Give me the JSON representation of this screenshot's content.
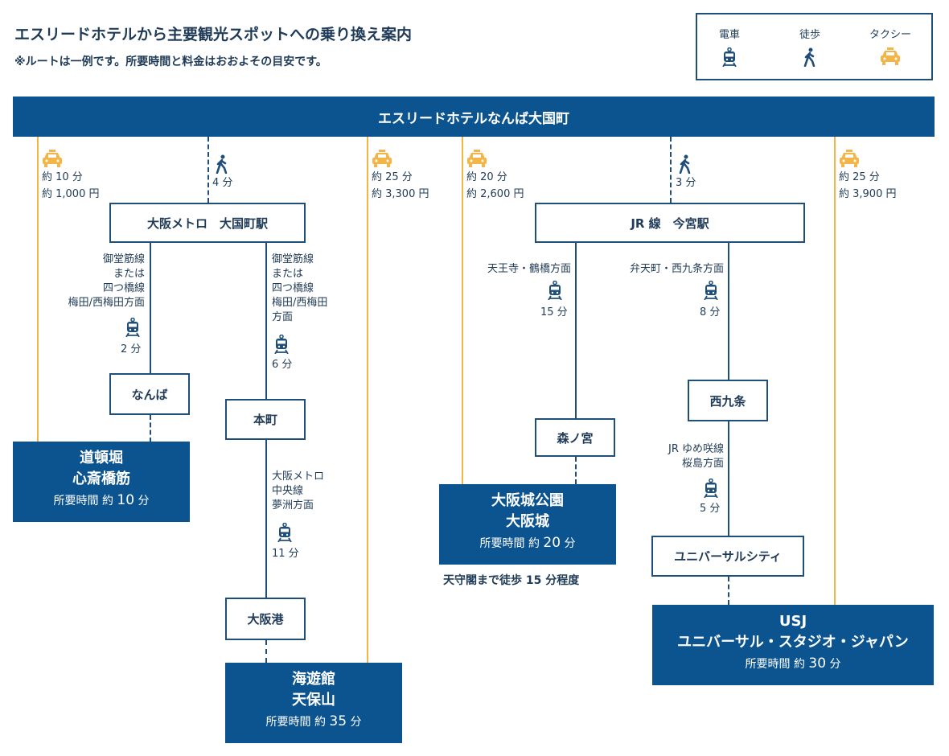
{
  "header": {
    "title": "エスリードホテルから主要観光スポットへの乗り換え案内",
    "subtitle": "※ルートは一例です。所要時間と料金はおおよその目安です。"
  },
  "legend": {
    "train": "電車",
    "walk": "徒歩",
    "taxi": "タクシー"
  },
  "origin": "エスリードホテルなんば大国町",
  "colors": {
    "brand": "#0c5490",
    "taxi": "#f3b547",
    "line": "#1f4e79"
  },
  "routes": {
    "taxi_dotonbori": {
      "time": "約 10 分",
      "fare": "約 1,000 円"
    },
    "walk_daikokucho": {
      "time": "4 分"
    },
    "taxi_kaiyukan": {
      "time": "約 25 分",
      "fare": "約 3,300 円"
    },
    "taxi_osakajo": {
      "time": "約 20 分",
      "fare": "約 2,600 円"
    },
    "walk_imamiya": {
      "time": "3 分"
    },
    "taxi_usj": {
      "time": "約 25 分",
      "fare": "約 3,900 円"
    }
  },
  "stations": {
    "daikokucho": "大阪メトロ　大国町駅",
    "imamiya": "JR 線　今宮駅",
    "namba": "なんば",
    "honmachi": "本町",
    "osakako": "大阪港",
    "morinomiya": "森ノ宮",
    "nishikujo": "西九条",
    "universal_city": "ユニバーサルシティ"
  },
  "segments": {
    "to_namba": {
      "line1": "御堂筋線",
      "line2": "または",
      "line3": "四つ橋線",
      "line4": "梅田/西梅田方面",
      "time": "2 分"
    },
    "to_honmachi": {
      "line1": "御堂筋線",
      "line2": "または",
      "line3": "四つ橋線",
      "line4": "梅田/西梅田",
      "line5": "方面",
      "time": "6 分"
    },
    "to_osakako": {
      "line1": "大阪メトロ",
      "line2": "中央線",
      "line3": "夢洲方面",
      "time": "11 分"
    },
    "to_morinomiya": {
      "line1": "天王寺・鶴橋方面",
      "time": "15 分"
    },
    "to_nishikujo": {
      "line1": "弁天町・西九条方面",
      "time": "8 分"
    },
    "to_universal": {
      "line1": "JR ゆめ咲線",
      "line2": "桜島方面",
      "time": "5 分"
    }
  },
  "destinations": {
    "dotonbori": {
      "name1": "道頓堀",
      "name2": "心斎橋筋",
      "time_prefix": "所要時間 約",
      "time_value": "10",
      "time_unit": "分"
    },
    "kaiyukan": {
      "name1": "海遊館",
      "name2": "天保山",
      "time_prefix": "所要時間 約",
      "time_value": "35",
      "time_unit": "分"
    },
    "osakajo": {
      "name1": "大阪城公園",
      "name2": "大阪城",
      "time_prefix": "所要時間 約",
      "time_value": "20",
      "time_unit": "分",
      "note": "天守閣まで徒歩 15 分程度"
    },
    "usj": {
      "name1": "USJ",
      "name2": "ユニバーサル・スタジオ・ジャパン",
      "time_prefix": "所要時間 約",
      "time_value": "30",
      "time_unit": "分"
    }
  }
}
